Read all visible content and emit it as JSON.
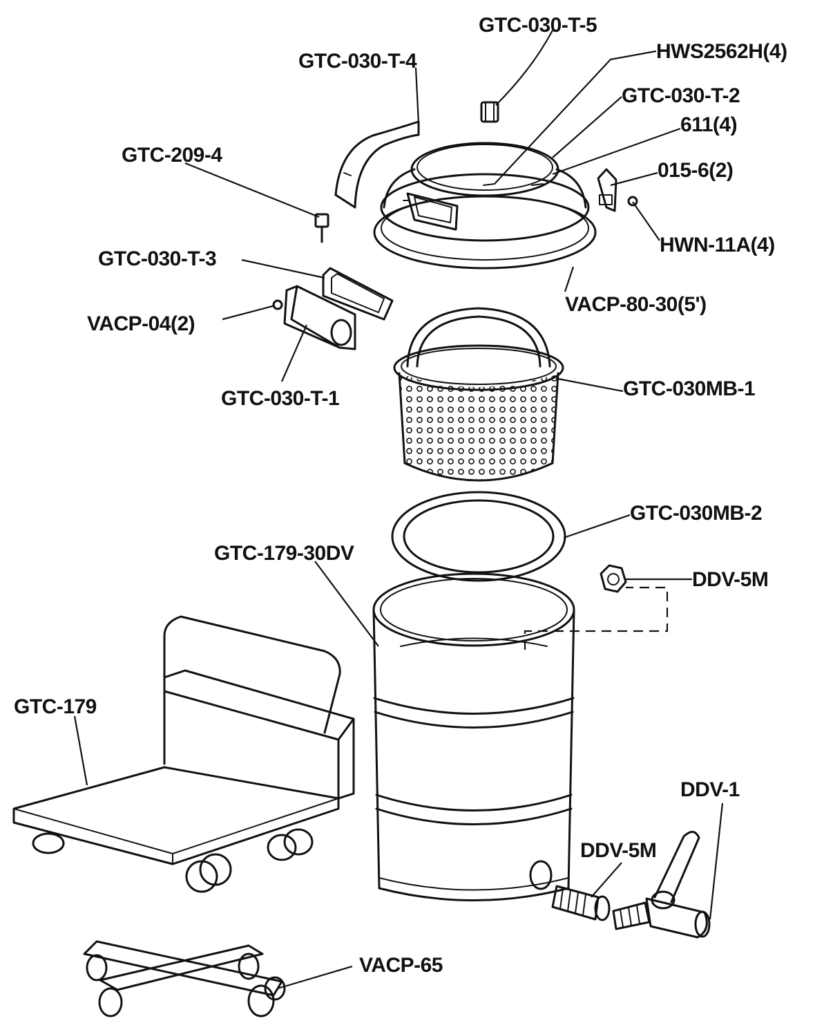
{
  "colors": {
    "ink": "#111111",
    "background": "#ffffff"
  },
  "labels": {
    "gtc_030_t_5": "GTC-030-T-5",
    "hws2562h": "HWS2562H(4)",
    "gtc_030_t_4": "GTC-030-T-4",
    "gtc_030_t_2": "GTC-030-T-2",
    "p611": "611(4)",
    "gtc_209_4": "GTC-209-4",
    "p015_6": "015-6(2)",
    "hwn_11a": "HWN-11A(4)",
    "gtc_030_t_3": "GTC-030-T-3",
    "vacp_80_30": "VACP-80-30(5')",
    "vacp_04": "VACP-04(2)",
    "gtc_030_t_1": "GTC-030-T-1",
    "gtc_030mb_1": "GTC-030MB-1",
    "gtc_030mb_2": "GTC-030MB-2",
    "gtc_179_30dv": "GTC-179-30DV",
    "ddv_5m_top": "DDV-5M",
    "gtc_179": "GTC-179",
    "ddv_1": "DDV-1",
    "ddv_5m_bottom": "DDV-5M",
    "vacp_65": "VACP-65"
  }
}
